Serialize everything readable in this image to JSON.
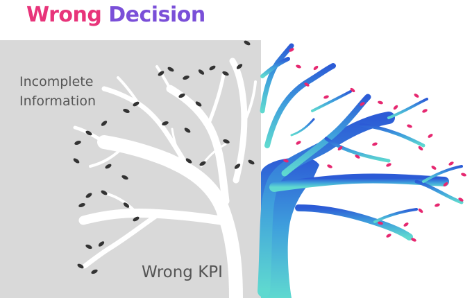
{
  "title": {
    "word1": "Wrong",
    "word2": "Decision",
    "colors": [
      "#e8347a",
      "#7a4fd8",
      "#3d82e0"
    ]
  },
  "labels": {
    "incomplete_line1": "Incomplete",
    "incomplete_line2": "Information",
    "wrong_kpi": "Wrong KPI"
  },
  "colors": {
    "panel": "#d9d9d9",
    "dark_leaf": "#333333",
    "pink_leaf": "#e62870",
    "trunk_top": "#2c5bd6",
    "trunk_bottom": "#5fd9d0"
  }
}
